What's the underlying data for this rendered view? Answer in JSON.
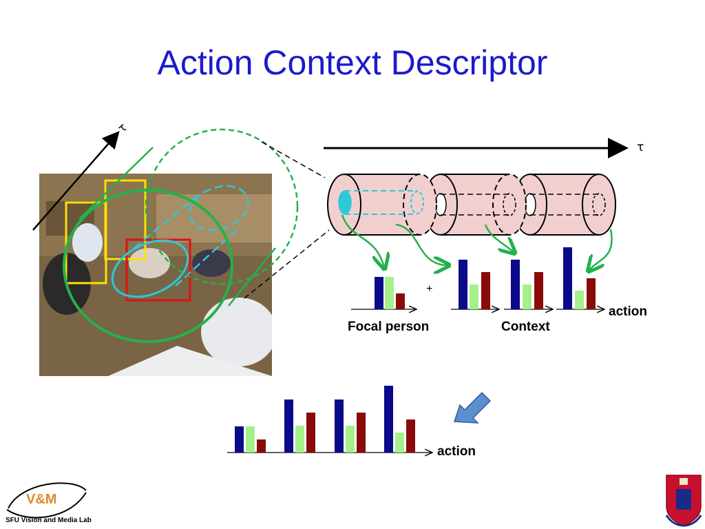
{
  "slide": {
    "title": "Action Context Descriptor",
    "tau_top": "τ",
    "tau_left": "τ",
    "plus": "+",
    "focal_label": "Focal person",
    "context_label": "Context",
    "action_label_top": "action",
    "action_label_bottom": "action",
    "lab_name": "SFU Vision and Media Lab",
    "lab_logo_text": "V&M"
  },
  "colors": {
    "title": "#1a1acc",
    "bar_blue": "#0a0a8a",
    "bar_green": "#a6f08c",
    "bar_red": "#8a0a0a",
    "tube_fill": "#f2cfcf",
    "cyan": "#2ec8d8",
    "green_arrow": "#22b24a"
  }
}
